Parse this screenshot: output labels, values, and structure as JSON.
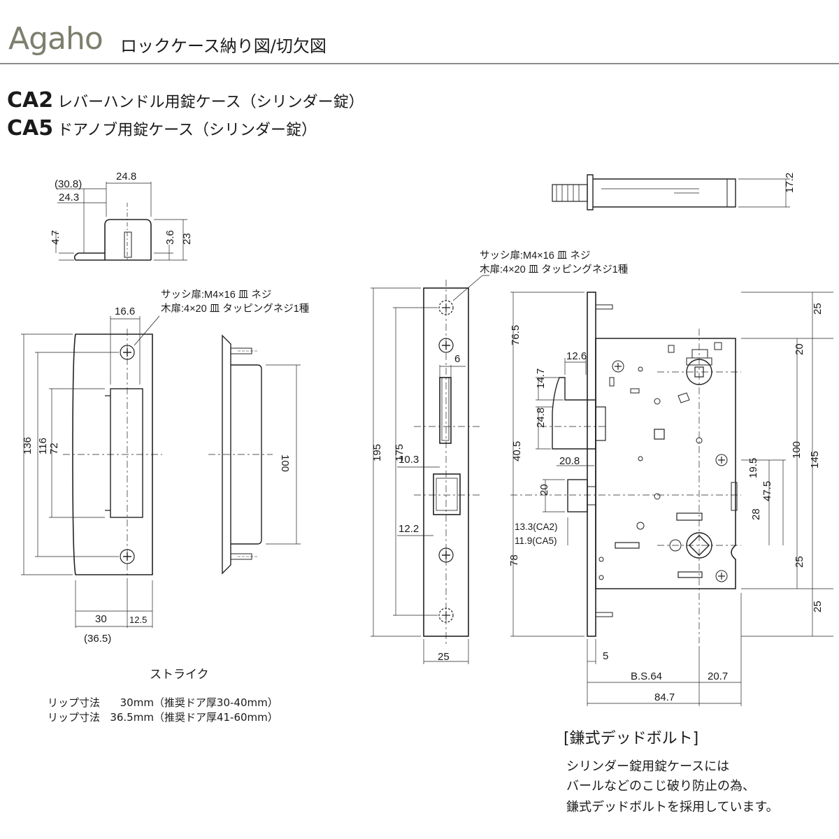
{
  "header": {
    "brand": "Agaho",
    "subtitle": "ロックケース納り図/切欠図"
  },
  "products": [
    {
      "code": "CA2",
      "description": "レバーハンドル用錠ケース（シリンダー錠）"
    },
    {
      "code": "CA5",
      "description": "ドアノブ用錠ケース（シリンダー錠）"
    }
  ],
  "screw_note": {
    "line1": "サッシ扉:M4×16 皿 ネジ",
    "line2": "木扉:4×20 皿 タッピングネジ1種"
  },
  "strike": {
    "caption": "ストライク",
    "lip_rows": [
      {
        "label": "リップ寸法",
        "value": "30mm（推奨ドア厚30-40mm）"
      },
      {
        "label": "リップ寸法",
        "value": "36.5mm（推奨ドア厚41-60mm）"
      }
    ],
    "dims": {
      "top_30_8": "(30.8)",
      "top_24_3": "24.3",
      "top_24_8": "24.8",
      "d_4_7": "4.7",
      "d_3_6": "3.6",
      "d_23": "23",
      "d_16_6": "16.6",
      "d_136": "136",
      "d_116": "116",
      "d_72": "72",
      "d_100": "100",
      "d_30": "30",
      "d_12_5": "12.5",
      "d_36_5": "(36.5)"
    }
  },
  "faceplate": {
    "dims": {
      "d_6": "6",
      "d_195": "195",
      "d_175": "175",
      "d_10_3": "10.3",
      "d_12_2": "12.2",
      "d_25": "25"
    }
  },
  "lockcase": {
    "dims": {
      "d_17_2": "17.2",
      "d_76_5": "76.5",
      "d_12_6": "12.6",
      "d_14_7": "14.7",
      "d_24_8": "24.8",
      "d_40_5": "40.5",
      "d_20_8": "20.8",
      "d_20": "20",
      "d_13_3": "13.3(CA2)",
      "d_11_9": "11.9(CA5)",
      "d_78": "78",
      "d_5": "5",
      "d_bs64": "B.S.64",
      "d_20_7": "20.7",
      "d_84_7": "84.7",
      "r_25a": "25",
      "r_20": "20",
      "r_100": "100",
      "r_145": "145",
      "r_19_5": "19.5",
      "r_47_5": "47.5",
      "r_28": "28",
      "r_25b": "25",
      "r_25c": "25"
    }
  },
  "deadbolt": {
    "title": "[鎌式デッドボルト]",
    "lines": [
      "シリンダー錠用錠ケースには",
      "バールなどのこじ破り防止の為、",
      "鎌式デッドボルトを採用しています。"
    ]
  }
}
